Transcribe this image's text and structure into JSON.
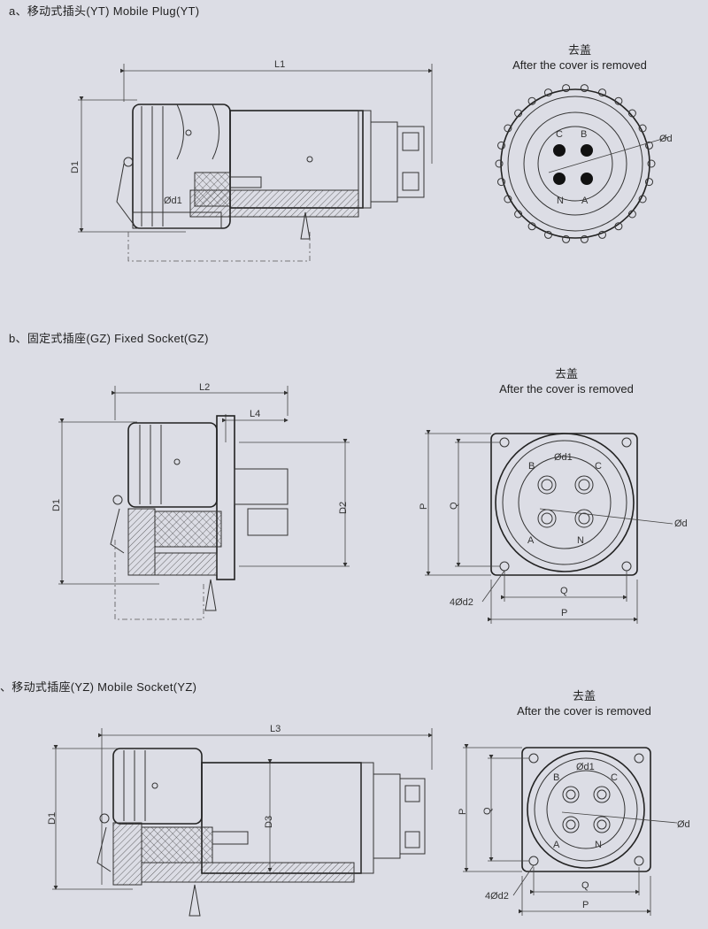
{
  "sections": [
    {
      "title": "a、移动式插头(YT)  Mobile Plug(YT)"
    },
    {
      "title": "b、固定式插座(GZ) Fixed Socket(GZ)"
    },
    {
      "title": "、移动式插座(YZ) Mobile Socket(YZ)"
    }
  ],
  "cover_caption": {
    "zh": "去盖",
    "en": "After the cover is removed"
  },
  "dims": {
    "L1": "L1",
    "L2": "L2",
    "L3": "L3",
    "L4": "L4",
    "D1": "D1",
    "D2": "D2",
    "D3": "D3",
    "d1": "Ød1",
    "d": "Ød",
    "P": "P",
    "Q": "Q",
    "d2": "4Ød2"
  },
  "pins": {
    "A": "A",
    "B": "B",
    "C": "C",
    "N": "N"
  }
}
